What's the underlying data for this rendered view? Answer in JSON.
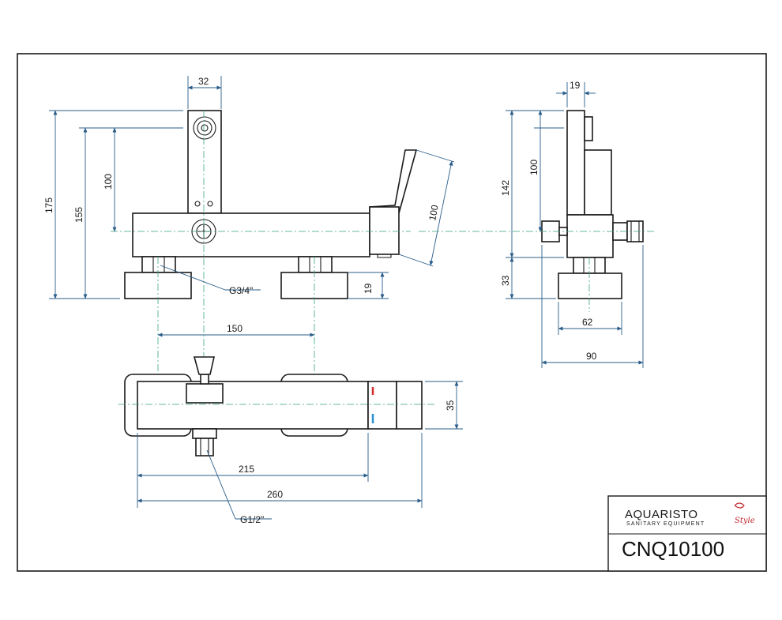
{
  "drawing": {
    "product_code": "CNQ10100",
    "brand": {
      "name": "AQUARISTO",
      "tagline": "SANITARY EQUIPMENT",
      "script": "Style",
      "accent_color": "#c0282f"
    },
    "colors": {
      "outline": "#1a1a1a",
      "dimension": "#2a5d8a",
      "centerline": "#3aa37a",
      "hot": "#d62b2b",
      "cold": "#2a8fd0"
    },
    "dimensions": {
      "front_top_width": "32",
      "front_height_total": "175",
      "front_height_axis": "155",
      "front_height_upper": "100",
      "handle_length": "100",
      "nut_height": "19",
      "thread_label_top": "G3/4\"",
      "center_distance": "150",
      "side_top": "19",
      "side_height": "142",
      "side_upper": "100",
      "side_lower": "33",
      "side_base": "62",
      "side_depth": "90",
      "plan_depth": "35",
      "plan_width_body": "215",
      "plan_width_total": "260",
      "thread_label_bottom": "G1/2\""
    }
  }
}
